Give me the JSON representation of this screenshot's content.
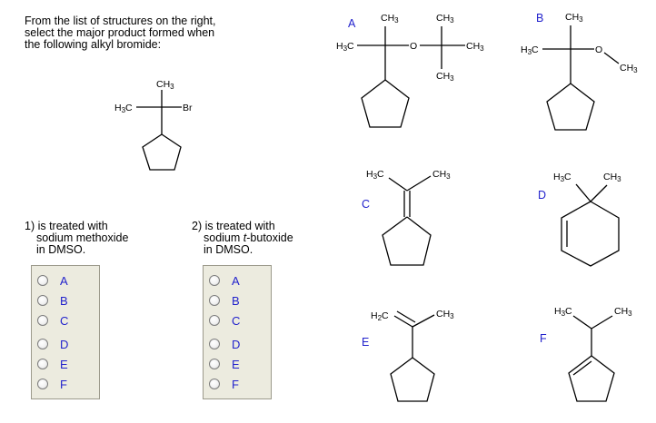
{
  "prompt": {
    "line1": "From the list of structures on the right,",
    "line2": "select the major product formed when",
    "line3": "the following alkyl bromide:"
  },
  "questions": [
    {
      "line1": "1) is treated with",
      "line2": "sodium methoxide",
      "line3": "in DMSO."
    },
    {
      "line1": "2) is treated with",
      "line2a": "sodium ",
      "line2b": "t",
      "line2c": "-butoxide",
      "line3": "in DMSO."
    }
  ],
  "options": [
    "A",
    "B",
    "C",
    "D",
    "E",
    "F"
  ],
  "structure_labels": {
    "A": "A",
    "B": "B",
    "C": "C",
    "D": "D",
    "E": "E",
    "F": "F"
  },
  "atoms": {
    "CH": "CH",
    "H": "H",
    "C": "C",
    "O": "O",
    "Br": "Br",
    "three": "3",
    "two": "2"
  },
  "colors": {
    "option_letter": "#2222cc",
    "choice_panel": "#ecebdf"
  }
}
